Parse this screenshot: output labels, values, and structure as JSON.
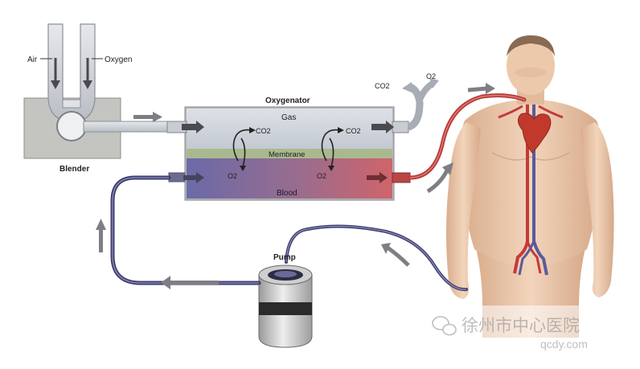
{
  "blender": {
    "title": "Blender",
    "inputs": [
      "Air",
      "Oxygen"
    ]
  },
  "oxygenator": {
    "title": "Oxygenator",
    "gas_label": "Gas",
    "membrane_label": "Membrane",
    "blood_label": "Blood",
    "exchange": [
      {
        "out": "CO2",
        "in": "O2"
      },
      {
        "out": "CO2",
        "in": "O2"
      }
    ]
  },
  "exhaust": {
    "co2": "CO2",
    "o2": "O2"
  },
  "pump": {
    "label": "Pump"
  },
  "watermark": {
    "line1": "徐州市中心医院",
    "line2": "qcdy.com"
  },
  "colors": {
    "housing": "#c4c4c4",
    "gas_chamber": "#cfd4dc",
    "membrane": "#a9b98e",
    "venous_blood": "#5e5a9a",
    "arterial_blood": "#c43a3a",
    "arrow": "#7e7e84",
    "skin": "#e9c6a8"
  }
}
